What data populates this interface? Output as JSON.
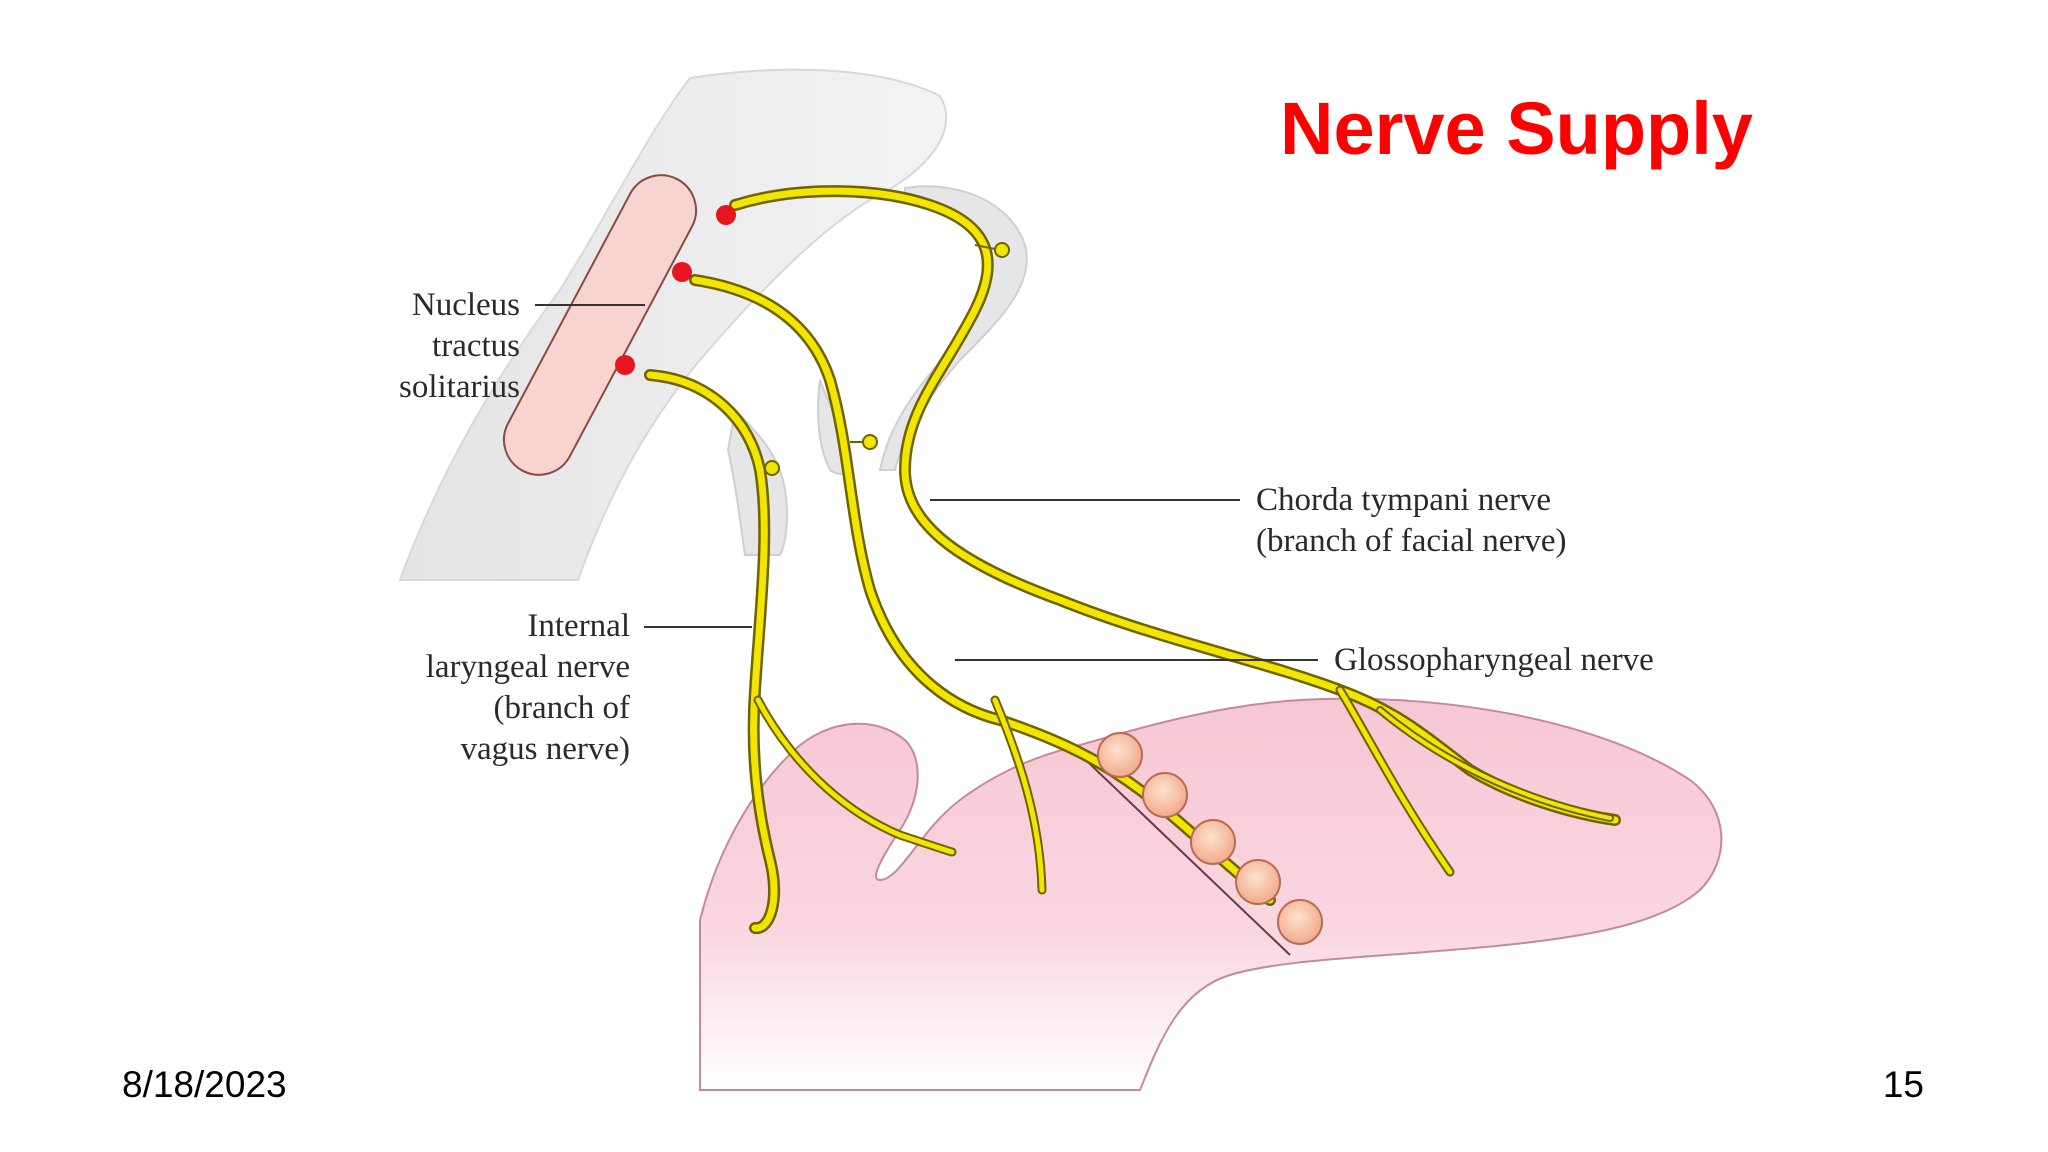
{
  "slide": {
    "title": "Nerve Supply",
    "date": "8/18/2023",
    "page_number": "15"
  },
  "labels": {
    "nucleus_line1": "Nucleus",
    "nucleus_line2": "tractus",
    "nucleus_line3": "solitarius",
    "chorda_line1": "Chorda tympani nerve",
    "chorda_line2": "(branch of facial nerve)",
    "glosso": "Glossopharyngeal nerve",
    "laryngeal_line1": "Internal",
    "laryngeal_line2": "laryngeal nerve",
    "laryngeal_line3": "(branch of",
    "laryngeal_line4": "vagus nerve)"
  },
  "colors": {
    "title": "#ff0000",
    "nerve_fill": "#f2e600",
    "nerve_outline": "#8a7a00",
    "nucleus_fill": "#f7d4cf",
    "nucleus_dot": "#e8141e",
    "tongue_fill": "#f6c6d2",
    "brainstem_fill": "#eeeeee",
    "taste_bud": "#f8c4a6"
  }
}
